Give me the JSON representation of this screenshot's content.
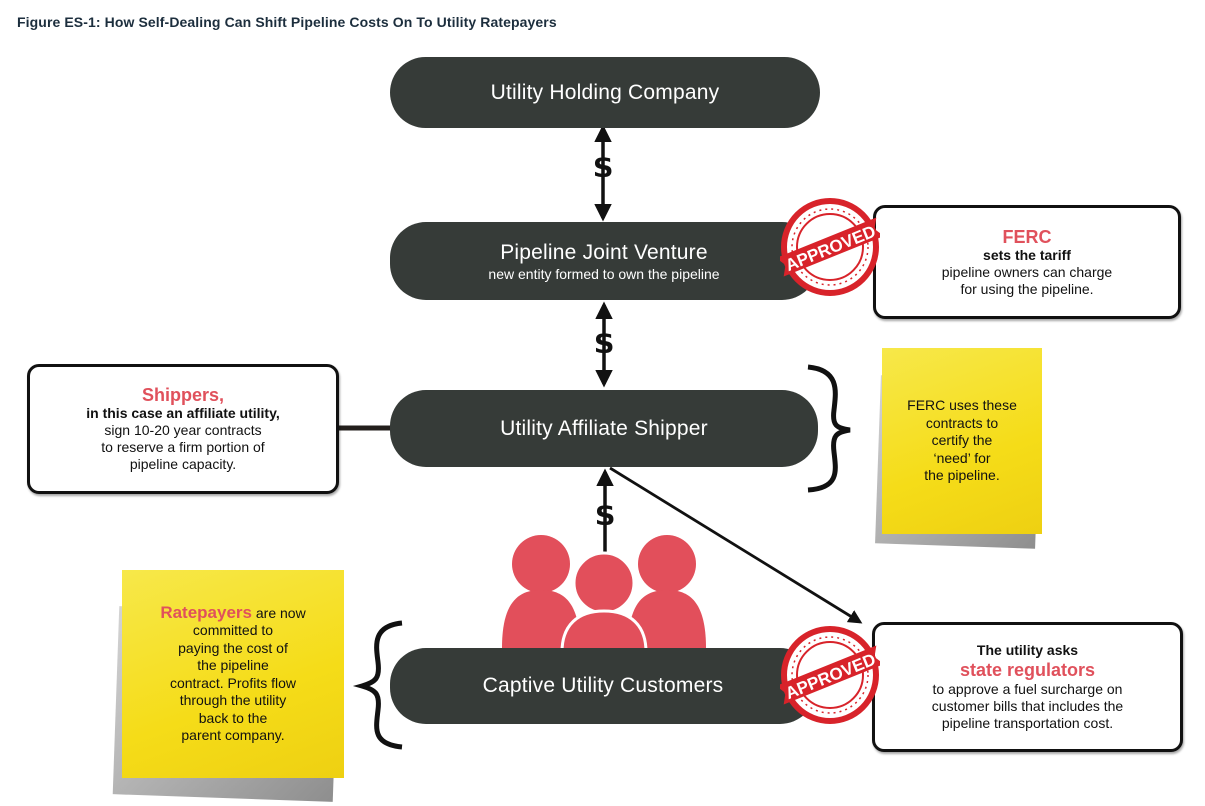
{
  "figure": {
    "title": "Figure ES-1: How Self-Dealing Can Shift Pipeline Costs On To Utility Ratepayers"
  },
  "nodes": {
    "holding_company": {
      "label": "Utility Holding Company"
    },
    "joint_venture": {
      "label": "Pipeline Joint Venture",
      "sublabel": "new entity formed to own the pipeline"
    },
    "affiliate_shipper": {
      "label": "Utility Affiliate Shipper"
    },
    "captive_customers": {
      "label": "Captive Utility Customers"
    }
  },
  "flows": {
    "symbol": "$",
    "holding_to_jv": "bidirectional",
    "jv_to_shipper": "bidirectional",
    "customers_to_shipper": "upward"
  },
  "callouts": {
    "ferc": {
      "heading": "FERC",
      "bold_line": "sets the tariff",
      "lines": [
        "pipeline owners can charge",
        "for using the pipeline."
      ]
    },
    "shippers": {
      "heading": "Shippers,",
      "bold_line": "in this case an affiliate utility,",
      "lines": [
        "sign 10-20 year contracts",
        "to reserve a firm portion of",
        "pipeline capacity."
      ]
    },
    "state_regulators": {
      "intro": "The utility asks",
      "heading": "state regulators",
      "lines": [
        "to approve a fuel surcharge on",
        "customer bills that includes the",
        "pipeline transportation cost."
      ]
    }
  },
  "notes": {
    "ferc_need": {
      "lines": [
        "FERC uses these",
        "contracts to",
        "certify the",
        "‘need’ for",
        "the pipeline."
      ]
    },
    "ratepayers": {
      "highlight": "Ratepayers",
      "first_rest": " are now",
      "lines": [
        "committed to",
        "paying the cost of",
        "the pipeline",
        "contract. Profits flow",
        "through the utility",
        "back to the",
        "parent company."
      ]
    }
  },
  "stamps": {
    "text": "APPROVED"
  },
  "colors": {
    "pill": "#363b38",
    "accent_red": "#e0515c",
    "stamp_red": "#d8232a",
    "note_yellow": "#f5dc18",
    "people": "#e24f5b"
  }
}
